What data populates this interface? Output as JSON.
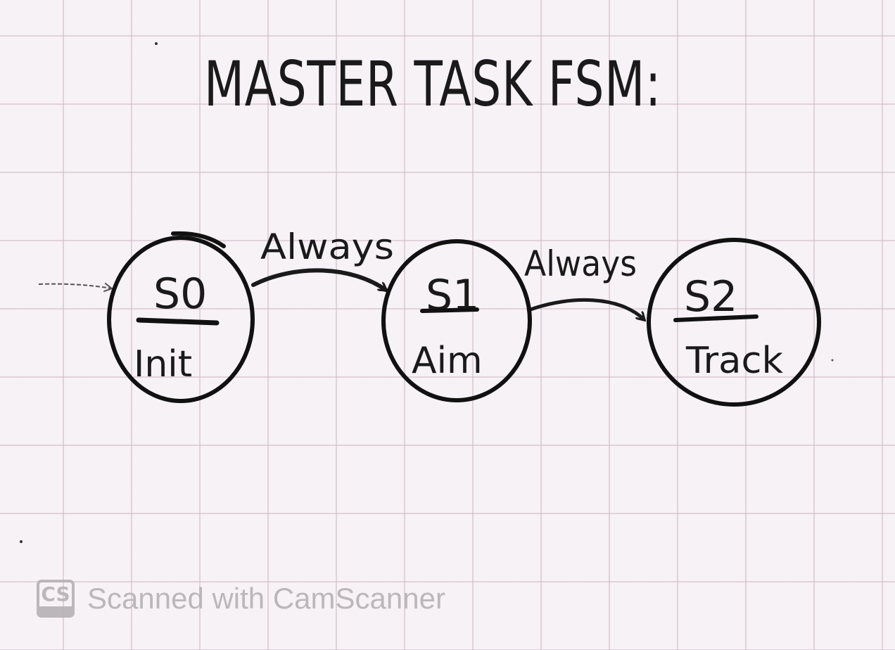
{
  "title": "MASTER TASK FSM:",
  "states": [
    {
      "id": "S0",
      "name": "Init"
    },
    {
      "id": "S1",
      "name": "Aim"
    },
    {
      "id": "S2",
      "name": "Track"
    }
  ],
  "transitions": [
    {
      "from": "S0",
      "to": "S1",
      "label": "Always"
    },
    {
      "from": "S1",
      "to": "S2",
      "label": "Always"
    }
  ],
  "initial_state": "S0",
  "watermark": {
    "logo": "CS",
    "text": "Scanned with CamScanner"
  }
}
